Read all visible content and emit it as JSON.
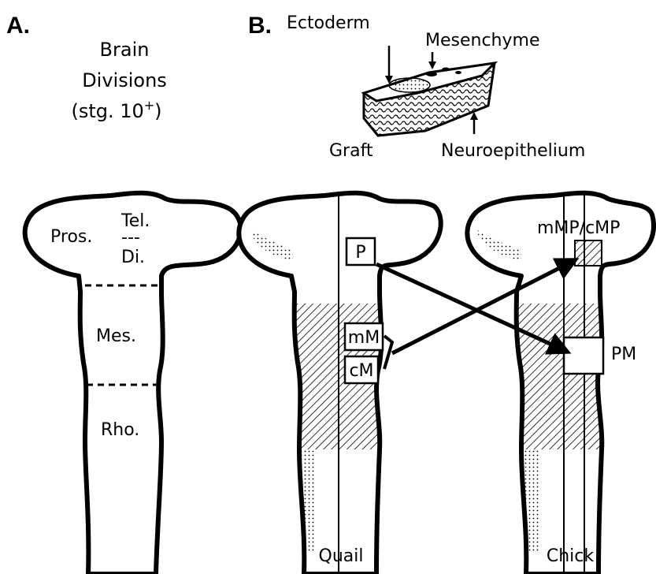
{
  "panel_a": {
    "letter": "A.",
    "title_lines": [
      "Brain",
      "Divisions",
      "(stg. 10"
    ],
    "title_sup": "+",
    "title_close": ")",
    "regions": {
      "pros": "Pros.",
      "tel": "Tel.",
      "separator": "---",
      "di": "Di.",
      "mes": "Mes.",
      "rho": "Rho."
    }
  },
  "panel_b": {
    "letter": "B.",
    "graft_labels": {
      "ectoderm": "Ectoderm",
      "mesenchyme": "Mesenchyme",
      "graft": "Graft",
      "neuroepithelium": "Neuroepithelium"
    },
    "quail": {
      "name": "Quail",
      "boxes": {
        "p": "P",
        "mm": "mM",
        "cm": "cM"
      }
    },
    "chick": {
      "name": "Chick",
      "labels": {
        "mmp_cmp": "mMP/cMP",
        "pm": "PM"
      }
    }
  },
  "colors": {
    "ink": "#000000",
    "background": "#ffffff"
  }
}
